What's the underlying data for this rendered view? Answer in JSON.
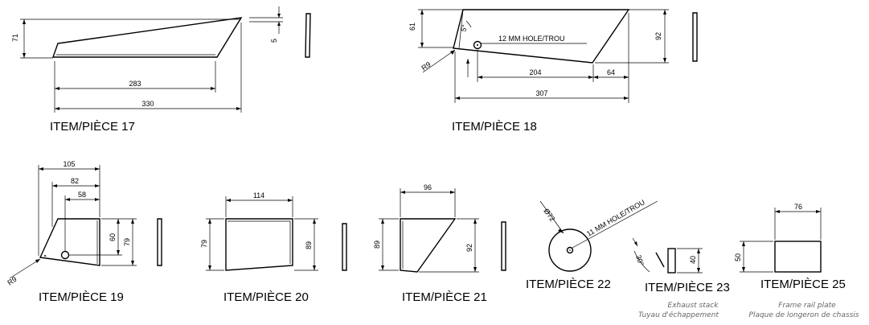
{
  "items": {
    "i17": {
      "label": "ITEM/PIÈCE 17",
      "d_height": "71",
      "d_thick": "5",
      "d_inner": "283",
      "d_overall": "330"
    },
    "i18": {
      "label": "ITEM/PIÈCE 18",
      "d_left": "61",
      "d_right": "92",
      "d_angle": "5°",
      "hole": "12 MM HOLE/TROU",
      "d_radius": "R9",
      "d_hole_pos": "204",
      "d_end": "64",
      "d_overall": "307"
    },
    "i19": {
      "label": "ITEM/PIÈCE 19",
      "d_105": "105",
      "d_82": "82",
      "d_58": "58",
      "d_60": "60",
      "d_79": "79",
      "d_radius": "R9"
    },
    "i20": {
      "label": "ITEM/PIÈCE 20",
      "d_width": "114",
      "d_left": "79",
      "d_right": "89"
    },
    "i21": {
      "label": "ITEM/PIÈCE 21",
      "d_width": "96",
      "d_left": "89",
      "d_right": "92"
    },
    "i22": {
      "label": "ITEM/PIÈCE 22",
      "d_dia": "Ø72",
      "hole": "11 MM HOLE/TROU"
    },
    "i23": {
      "label": "ITEM/PIÈCE 23",
      "d_angle": "30°",
      "d_height": "40",
      "note_en": "Exhaust stack",
      "note_fr": "Tuyau d'échappement"
    },
    "i25": {
      "label": "ITEM/PIÈCE 25",
      "d_width": "76",
      "d_height": "50",
      "note_en": "Frame rail plate",
      "note_fr": "Plaque de longeron de chassis"
    }
  }
}
